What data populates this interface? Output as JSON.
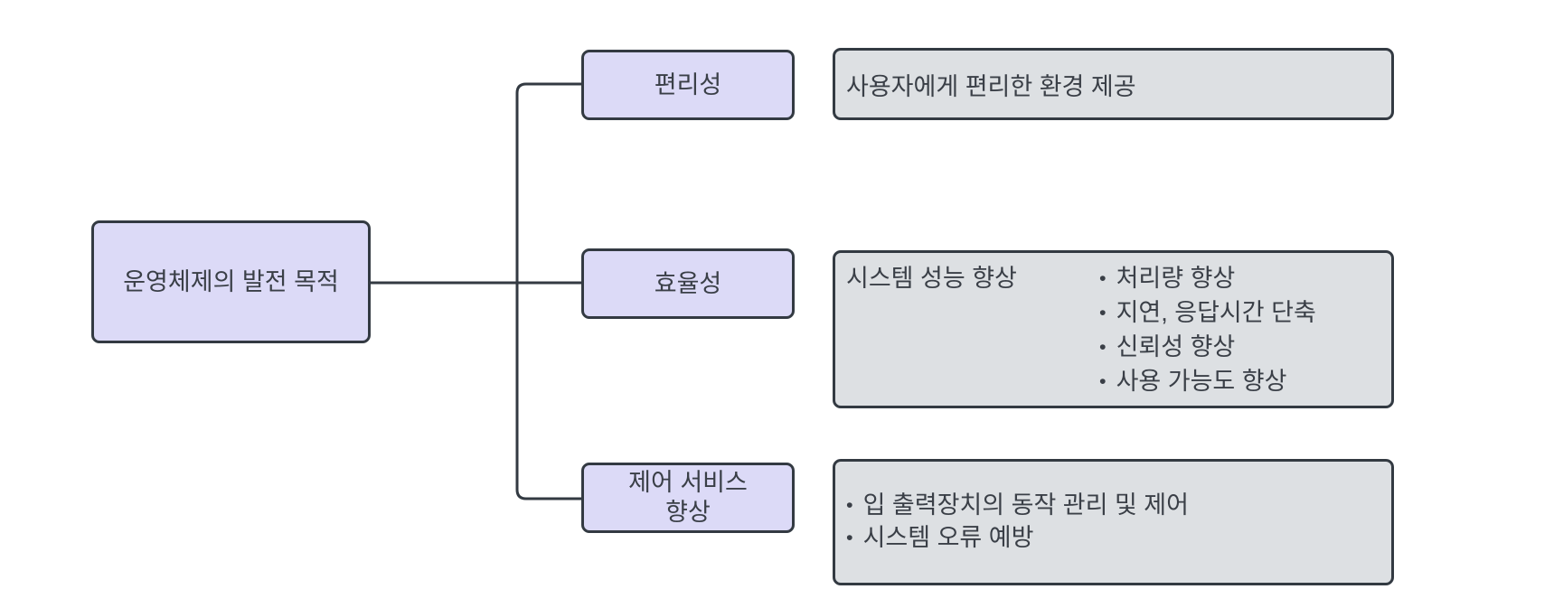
{
  "diagram": {
    "root": {
      "label": "운영체제의 발전 목적"
    },
    "branches": [
      {
        "label": "편리성",
        "description": "사용자에게 편리한 환경 제공",
        "bullets": []
      },
      {
        "label": "효율성",
        "description": "시스템 성능 향상",
        "bullets": [
          "처리량 향상",
          "지연, 응답시간 단축",
          "신뢰성 향상",
          "사용 가능도 향상"
        ]
      },
      {
        "label": "제어 서비스 향상",
        "label_lines": [
          "제어 서비스",
          "향상"
        ],
        "bullets": [
          "입 출력장치의 동작 관리 및 제어",
          "시스템 오류 예방"
        ]
      }
    ],
    "bullet_glyph": "•",
    "colors": {
      "node_fill": "#dcdaf7",
      "detail_fill": "#dde0e3",
      "border": "#333a42",
      "connector": "#333a42",
      "text": "#3a3f47",
      "background": "#ffffff"
    }
  }
}
